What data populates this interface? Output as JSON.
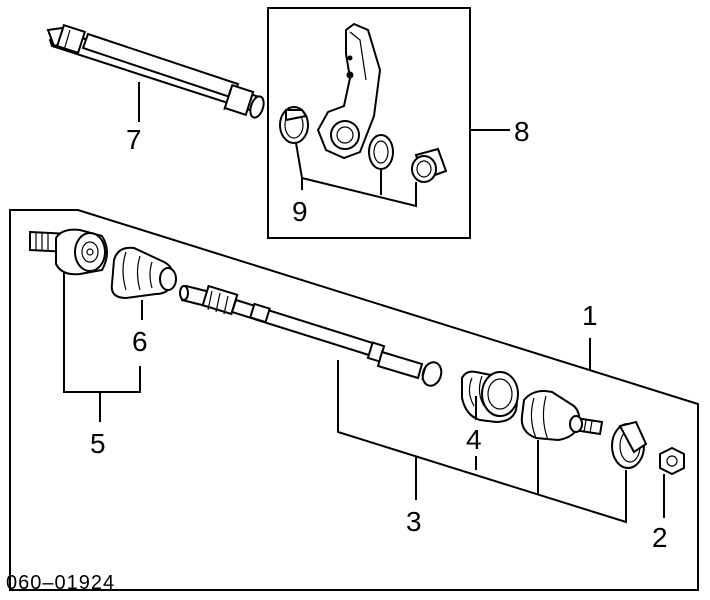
{
  "callouts": {
    "c1": "1",
    "c2": "2",
    "c3": "3",
    "c4": "4",
    "c5": "5",
    "c6": "6",
    "c7": "7",
    "c8": "8",
    "c9": "9"
  },
  "part_number": "060–01924"
}
